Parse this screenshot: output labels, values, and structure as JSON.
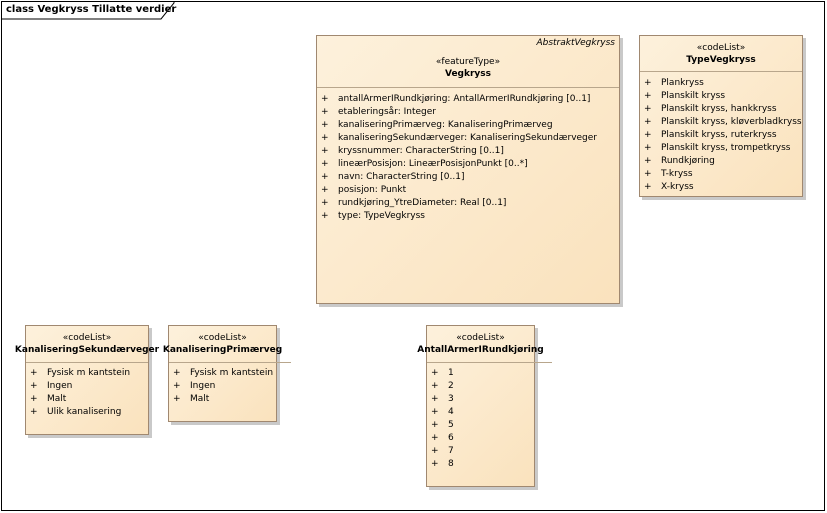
{
  "frame": {
    "title": "class Vegkryss Tillatte verdier"
  },
  "classes": {
    "vegkryss": {
      "abstract_parent": "AbstraktVegkryss",
      "stereotype": "«featureType»",
      "name": "Vegkryss",
      "attributes": [
        "antallArmerIRundkjøring: AntallArmerIRundkjøring [0..1]",
        "etableringsår: Integer",
        "kanaliseringPrimærveg: KanaliseringPrimærveg",
        "kanaliseringSekundærveger: KanaliseringSekundærveger",
        "kryssnummer: CharacterString [0..1]",
        "lineærPosisjon: LineærPosisjonPunkt [0..*]",
        "navn: CharacterString [0..1]",
        "posisjon: Punkt",
        "rundkjøring_YtreDiameter: Real [0..1]",
        "type: TypeVegkryss"
      ]
    },
    "type_vegkryss": {
      "stereotype": "«codeList»",
      "name": "TypeVegkryss",
      "attributes": [
        "Plankryss",
        "Planskilt kryss",
        "Planskilt kryss, hankkryss",
        "Planskilt kryss, kløverbladkryss",
        "Planskilt kryss, ruterkryss",
        "Planskilt kryss, trompetkryss",
        "Rundkjøring",
        "T-kryss",
        "X-kryss"
      ]
    },
    "kanalisering_sekundaerveger": {
      "stereotype": "«codeList»",
      "name": "KanaliseringSekundærveger",
      "attributes": [
        "Fysisk m kantstein",
        "Ingen",
        "Malt",
        "Ulik kanalisering"
      ]
    },
    "kanalisering_primaerveg": {
      "stereotype": "«codeList»",
      "name": "KanaliseringPrimærveg",
      "attributes": [
        "Fysisk m kantstein",
        "Ingen",
        "Malt"
      ]
    },
    "antall_armer": {
      "stereotype": "«codeList»",
      "name": "AntallArmerIRundkjøring",
      "attributes": [
        "1",
        "2",
        "3",
        "4",
        "5",
        "6",
        "7",
        "8"
      ]
    }
  }
}
